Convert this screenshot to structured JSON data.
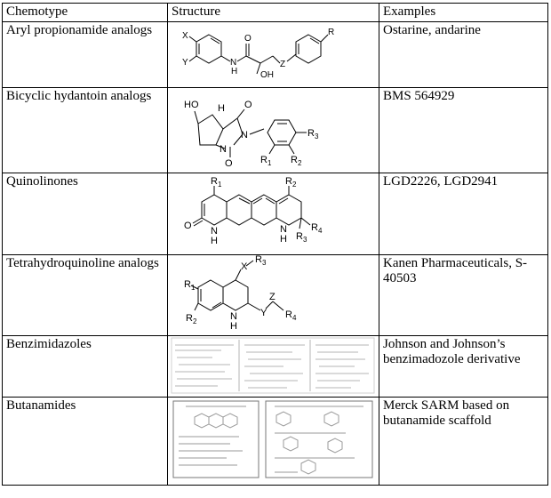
{
  "headers": [
    "Chemotype",
    "Structure",
    "Examples"
  ],
  "rows": [
    {
      "chemotype": "Aryl propionamide analogs",
      "examples": "Ostarine, andarine"
    },
    {
      "chemotype": "Bicyclic hydantoin analogs",
      "examples": "BMS 564929"
    },
    {
      "chemotype": "Quinolinones",
      "examples": "LGD2226, LGD2941"
    },
    {
      "chemotype": "Tetrahydroquinoline analogs",
      "examples": "Kanen Pharmaceuticals, S-40503"
    },
    {
      "chemotype": "Benzimidazoles",
      "examples": "Johnson and Johnson’s benzimadozole derivative"
    },
    {
      "chemotype": "Butanamides",
      "examples": "Merck SARM based on butanamide scaffold"
    }
  ],
  "structure_labels": {
    "aryl": {
      "x": "X",
      "y": "Y",
      "n": "N",
      "h": "H",
      "o": "O",
      "oh": "OH",
      "z": "Z",
      "r": "R"
    },
    "hydantoin": {
      "ho": "HO",
      "h": "H",
      "o1": "O",
      "o2": "O",
      "n1": "N",
      "n2": "N",
      "r1": "R",
      "r1s": "1",
      "r2": "R",
      "r2s": "2",
      "r3": "R",
      "r3s": "3"
    },
    "quinolinone": {
      "r1": "R",
      "r1s": "1",
      "r2": "R",
      "r2s": "2",
      "o": "O",
      "n1": "N",
      "h1": "H",
      "n2": "N",
      "h2": "H",
      "r3": "R",
      "r3s": "3",
      "r4": "R",
      "r4s": "4"
    },
    "thq": {
      "x": "X",
      "r3": "R",
      "r3s": "3",
      "r1": "R",
      "r1s": "1",
      "r2": "R",
      "r2s": "2",
      "n": "N",
      "h": "H",
      "y": "Y",
      "z": "Z",
      "r4": "R",
      "r4s": "4"
    }
  }
}
